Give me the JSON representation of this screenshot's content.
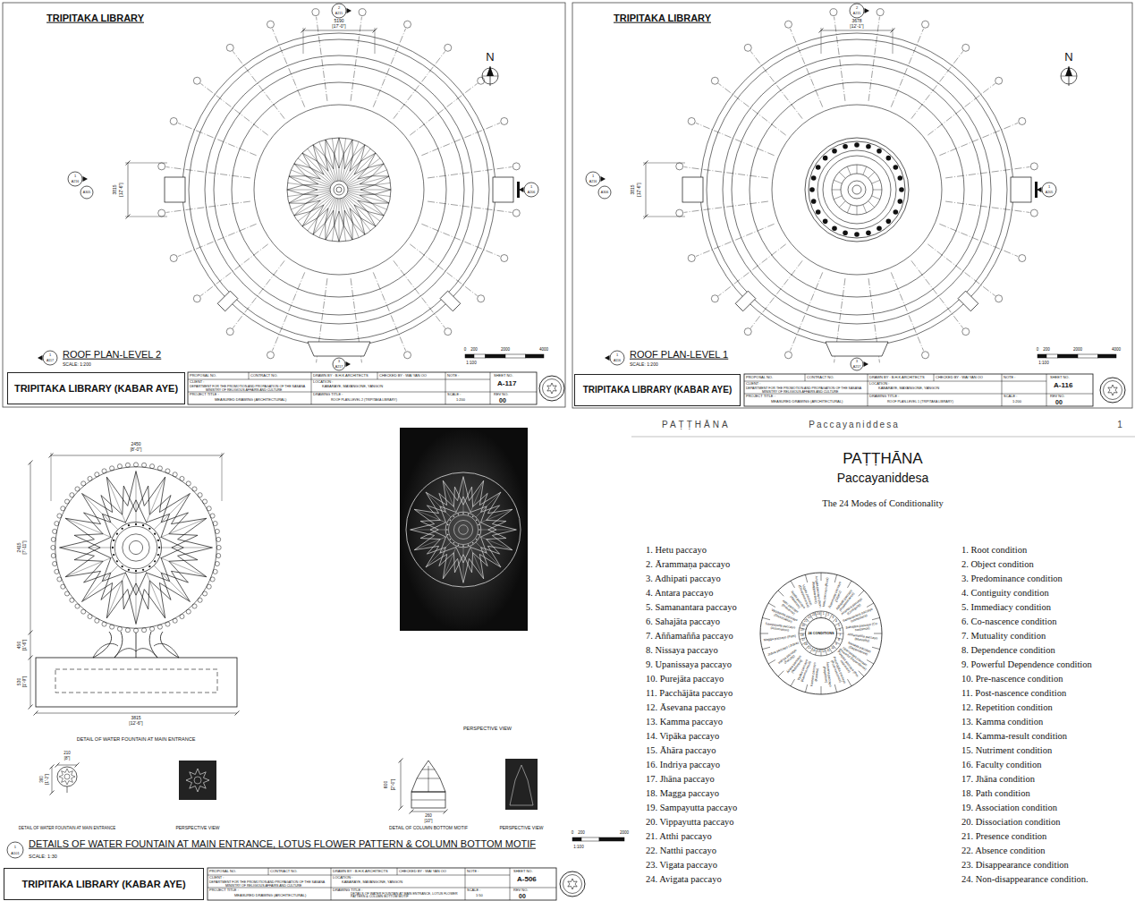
{
  "diagram": {
    "title": "PAṬṬHĀNA",
    "nodes": [
      {
        "text": [
          "TRIPITAKA LIBRARY (KABAR AYE)"
        ]
      },
      {
        "text": [
          "TRIPITAKA LIBRARY (KABAR AYE)"
        ]
      },
      {
        "text": [
          "TRIPITAKA LIBRARY (KABAR AYE)"
        ]
      },
      {
        "text": [
          "24 CONDITIONS"
        ]
      }
    ],
    "labels": [
      "TRIPITAKA LIBRARY",
      "N",
      "2",
      "A215",
      "5190",
      "[17'-0\"]",
      "1",
      "A216",
      "A305",
      "1",
      "A206",
      "3",
      "A217",
      "3815",
      "[12'-6\"]",
      "1",
      "A117",
      "ROOF PLAN-LEVEL 2",
      "SCALE: 1:200",
      "0",
      "200",
      "2000",
      "4000",
      "1:100",
      "PROPOSAL NO.",
      "CONTRACT NO.",
      "DRAWN BY : B.H.K ARCHITECTS",
      "CHECKED BY : WAI YAN OO",
      "NOTE :",
      "CLIENT :",
      "DEPARTMENT FOR THE PROMOTION AND PROPAGATION OF THE SASANA",
      "MINISTRY OF RELIGIOUS AFFAIRS AND CULTURE",
      "LOCATION :",
      "KABARAYE, MAYANGONE, YANGON",
      "PROJECT TITLE :",
      "MEASURED DRAWING (ARCHITECTURAL)",
      "DRAWING TITLE :",
      "ROOF PLAN-LEVEL 2 (TRIPITAKA LIBRARY)",
      "SCALE :",
      "1:200",
      "SHEET NO.",
      "A-117",
      "REV NO.",
      "00",
      "TRIPITAKA LIBRARY",
      "N",
      "2",
      "A215",
      "3678",
      "[12'-1\"]",
      "1",
      "A216",
      "A306",
      "1",
      "A205",
      "3",
      "A217",
      "3815",
      "[12'-6\"]",
      "1",
      "A116",
      "ROOF PLAN-LEVEL 1",
      "SCALE: 1:200",
      "0",
      "200",
      "2000",
      "4000",
      "1:100",
      "PROPOSAL NO.",
      "CONTRACT NO.",
      "DRAWN BY : B.H.K ARCHITECTS",
      "CHECKED BY : WAI YAN OO",
      "NOTE :",
      "CLIENT :",
      "DEPARTMENT FOR THE PROMOTION AND PROPAGATION OF THE SASANA",
      "MINISTRY OF RELIGIOUS AFFAIRS AND CULTURE",
      "LOCATION :",
      "KABARAYE, MAYANGONE, YANGON",
      "PROJECT TITLE :",
      "MEASURED DRAWING (ARCHITECTURAL)",
      "DRAWING TITLE :",
      "ROOF PLAN-LEVEL 1 (TRIPITAKA LIBRARY)",
      "SCALE :",
      "1:200",
      "SHEET NO.",
      "A-116",
      "REV NO.",
      "00",
      "2450",
      "[8'-0\"]",
      "2415",
      "[7'-11\"]",
      "450",
      "[1'-6\"]",
      "530",
      "[1'-9\"]",
      "3815",
      "[12'-6\"]",
      "DETAIL OF WATER FOUNTAIN AT MAIN ENTRANCE",
      "PERSPECTIVE VIEW",
      "210",
      "[8\"]",
      "360",
      "[1'-2\"]",
      "DETAIL OF WATER FOUNTAIN AT MAIN ENTRANCE",
      "PERSPECTIVE VIEW",
      "600",
      "[2'-0\"]",
      "260",
      "[10\"]",
      "DETAIL OF COLUMN BOTTOM MOTIF",
      "PERSPECTIVE VIEW",
      "1",
      "A101",
      "DETAILS OF WATER FOUNTAIN AT MAIN ENTRANCE, LOTUS FLOWER PATTERN & COLUMN BOTTOM MOTIF",
      "SCALE: 1:30",
      "0",
      "200",
      "2000",
      "1:100",
      "PROPOSAL NO.",
      "CONTRACT NO.",
      "DRAWN BY : B.H.K ARCHITECTS",
      "CHECKED BY : WAI YAN OO",
      "NOTE :",
      "CLIENT :",
      "DEPARTMENT FOR THE PROMOTION AND PROPAGATION OF THE SASANA",
      "MINISTRY OF RELIGIOUS AFFAIRS AND CULTURE",
      "LOCATION :",
      "KABARAYE, MAYANGONE, YANGON",
      "PROJECT TITLE :",
      "MEASURED DRAWING (ARCHITECTURAL)",
      "DRAWING TITLE :",
      "DETAILS OF WATER FOUNTAIN AT MAIN ENTRANCE, LOTUS FLOWER PATTERN & COLUMN BOTTOM MOTIF",
      "SCALE :",
      "1:50",
      "SHEET NO.",
      "A-506",
      "REV NO.",
      "00",
      "PAṬṬHĀNA",
      "Paccayaniddesa",
      "1",
      "Paccayaniddesa",
      "The 24 Modes of Conditionality",
      "1. Hetu paccayo",
      "2. Ārammaṇa paccayo",
      "3. Adhipati paccayo",
      "4. Antara paccayo",
      "5. Samanantara paccayo",
      "6. Sahajāta paccayo",
      "7. Aññamañña paccayo",
      "8. Nissaya paccayo",
      "9. Upanissaya paccayo",
      "10. Purejāta paccayo",
      "11. Pacchājāta paccayo",
      "12. Āsevana paccayo",
      "13. Kamma paccayo",
      "14. Vipāka paccayo",
      "15. Āhāra paccayo",
      "16. Indriya paccayo",
      "17. Jhāna paccayo",
      "18. Magga paccayo",
      "19. Sampayutta paccayo",
      "20. Vippayutta paccayo",
      "21. Atthi paccayo",
      "22. Natthi paccayo",
      "23. Vigata paccayo",
      "24. Avigata paccayo",
      "1. Root condition",
      "2. Object condition",
      "3. Predominance condition",
      "4. Contiguity condition",
      "5. Immediacy condition",
      "6. Co-nascence condition",
      "7. Mutuality condition",
      "8. Dependence condition",
      "9. Powerful Dependence condition",
      "10. Pre-nascence condition",
      "11. Post-nascence condition",
      "12. Repetition condition",
      "13. Kamma condition",
      "14. Kamma-result condition",
      "15. Nutriment condition",
      "16. Faculty condition",
      "17. Jhāna condition",
      "18. Path condition",
      "19. Association condition",
      "20. Dissociation condition",
      "21. Presence condition",
      "22. Absence condition",
      "23. Disappearance condition",
      "24. Non-disappearance condition.",
      "Hetu paccayo (Root)",
      "Ārammaṇa paccayo (Object)",
      "Adhipati paccayo (Predominance)",
      "Anantara paccayo (Contiguity)",
      "Samanantara paccayo (Immediacy)",
      "Sahajāta paccayo (Co-nascence)",
      "Aññamañña paccayo (Mutuality)",
      "Nissaya paccayo (Dependence)",
      "Upanissaya paccayo (Powerful Dependence)",
      "Purejāta paccayo (Pre-nascence)",
      "Pacchājāta paccayo (Post-nascence)",
      "Āsevana paccayo (Repetition)",
      "Kamma paccayo (Kamma)",
      "Vipāka paccayo (Kamma-result)",
      "Āhāra paccayo (Nutriment)",
      "Indriya paccayo (Faculty)",
      "Jhāna paccayo (Jhāna)",
      "Magga paccayo (Path)",
      "Sampayutta paccayo (Association)",
      "Vippayutta paccayo (Dissociation)",
      "Atthi paccayo (Presence)",
      "Natthi paccayo (Absence)",
      "Vigata paccayo (Disappearance)",
      "Avigata paccayo (Non-disappearance)",
      "1",
      "2",
      "3",
      "4",
      "5",
      "6",
      "7",
      "8",
      "9",
      "10",
      "11",
      "12",
      "13",
      "14",
      "15",
      "16",
      "17",
      "18",
      "19",
      "20",
      "21",
      "22",
      "23",
      "24"
    ]
  }
}
